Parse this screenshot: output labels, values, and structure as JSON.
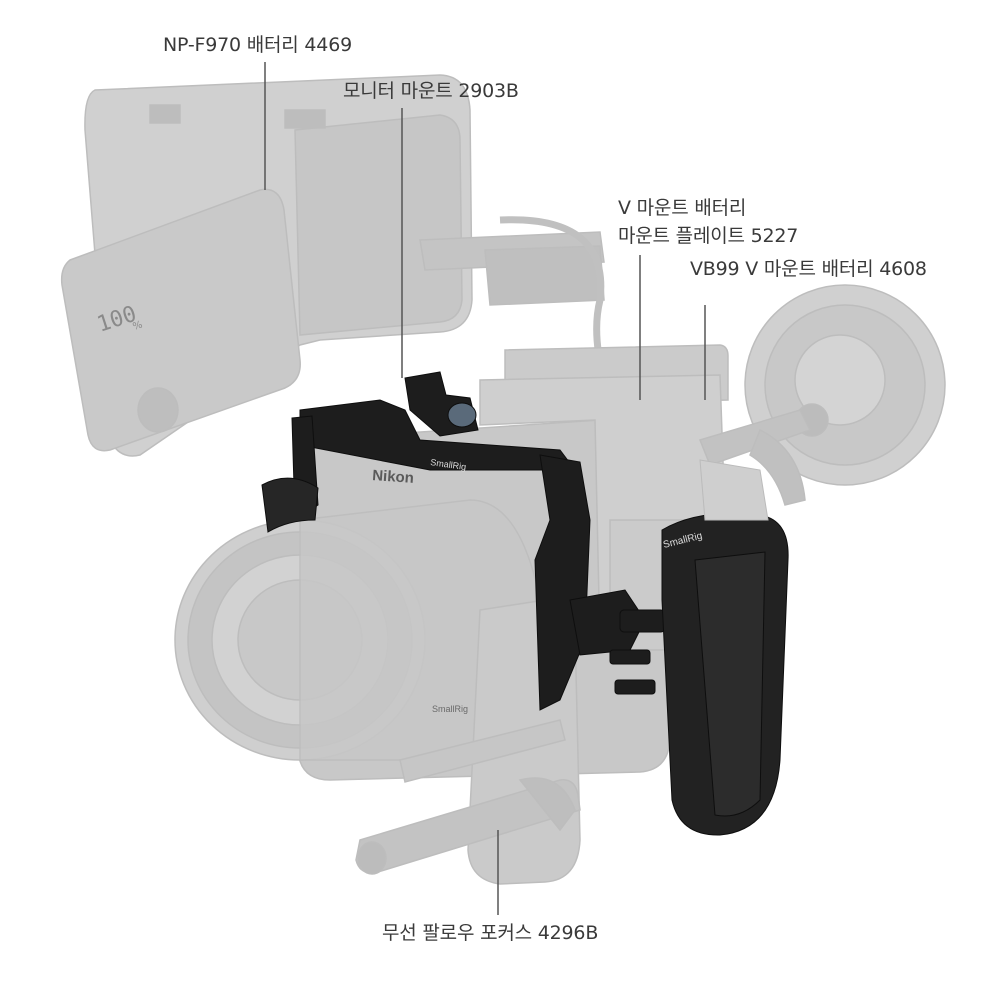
{
  "callouts": {
    "battery_npf970": "NP-F970 배터리 4469",
    "monitor_mount": "모니터 마운트 2903B",
    "vmount_plate_line1": "V 마운트 배터리",
    "vmount_plate_line2": "마운트 플레이트 5227",
    "vb99_battery": "VB99 V 마운트 배터리 4608",
    "follow_focus": "무선 팔로우 포커스 4296B"
  },
  "printed_marks": {
    "camera_brand": "Nikon",
    "cage_brand_top": "SmallRig",
    "cage_brand_bottom": "SmallRig",
    "grip_brand": "SmallRig",
    "battery_display": "100",
    "battery_display_unit": "%"
  },
  "colors": {
    "background": "#ffffff",
    "ghost_gray": "#cfcfcf",
    "ghost_dark": "#b9b9b9",
    "highlight_black": "#1c1c1c",
    "callout_line": "#555555",
    "label_text": "#3a3a3a"
  }
}
